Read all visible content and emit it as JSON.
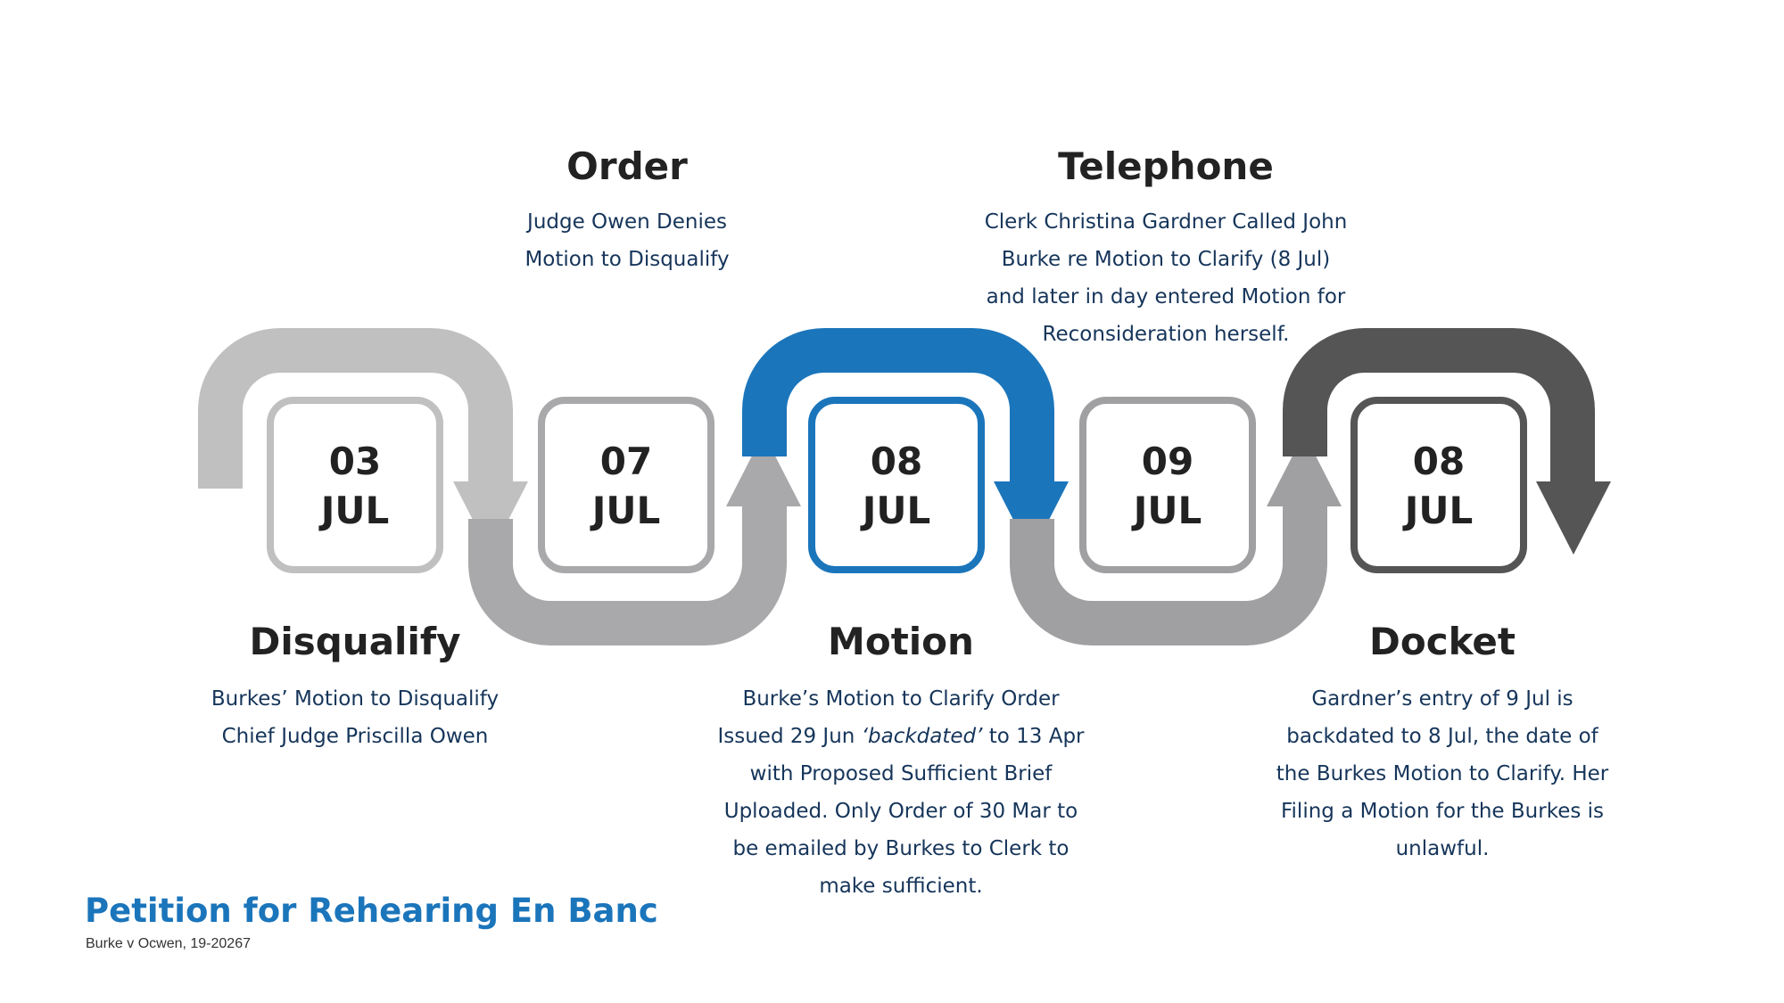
{
  "colors": {
    "light_gray": "#c0c0c0",
    "mid_gray": "#a9a8aa",
    "blue": "#1b75bb",
    "dark_gray": "#555555",
    "heading": "#222222",
    "body_text": "#16355a"
  },
  "dates": [
    {
      "day": "03",
      "month": "JUL"
    },
    {
      "day": "07",
      "month": "JUL"
    },
    {
      "day": "08",
      "month": "JUL"
    },
    {
      "day": "09",
      "month": "JUL"
    },
    {
      "day": "08",
      "month": "JUL"
    }
  ],
  "steps": {
    "disqualify": {
      "title": "Disqualify",
      "lines": [
        "Burkes’ Motion to Disqualify",
        "Chief Judge Priscilla Owen"
      ]
    },
    "order": {
      "title": "Order",
      "lines": [
        "Judge Owen Denies",
        "Motion to Disqualify"
      ]
    },
    "motion": {
      "title": "Motion",
      "lines": [
        "Burke’s Motion to Clarify Order",
        "Uploaded. Only Order of 30 Mar to",
        "be emailed by Burkes to Clerk to",
        "make sufficient."
      ],
      "line2_a": "Issued 29 Jun ",
      "line2_italic": "‘backdated’",
      "line2_b": " to 13 Apr",
      "line3": "with Proposed Sufficient Brief"
    },
    "telephone": {
      "title": "Telephone",
      "lines": [
        "Clerk Christina Gardner Called John",
        "Burke re Motion to Clarify (8 Jul)",
        "and later in day entered Motion for",
        "Reconsideration herself."
      ]
    },
    "docket": {
      "title": "Docket",
      "lines": [
        "Gardner’s entry of 9 Jul is",
        "backdated to 8 Jul, the date of",
        "the Burkes Motion to Clarify. Her",
        "Filing a Motion for the Burkes is",
        "unlawful."
      ]
    }
  },
  "footer": {
    "title": "Petition for Rehearing En Banc",
    "subtitle": "Burke v Ocwen,  19-20267"
  }
}
